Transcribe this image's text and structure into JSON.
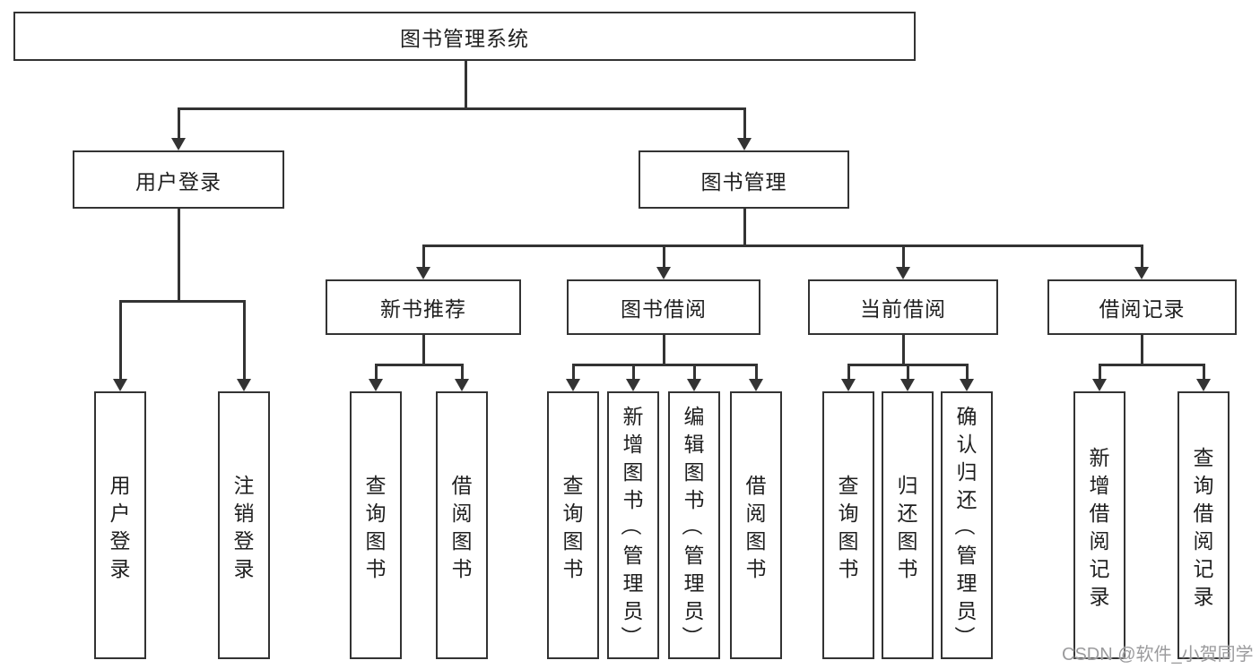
{
  "diagram": {
    "root": "图书管理系统",
    "branches": {
      "user_login": {
        "label": "用户登录",
        "children": [
          "用户登录",
          "注销登录"
        ]
      },
      "book_mgmt": {
        "label": "图书管理",
        "sections": {
          "new_books": {
            "label": "新书推荐",
            "children": [
              "查询图书",
              "借阅图书"
            ]
          },
          "book_borrow": {
            "label": "图书借阅",
            "children": [
              "查询图书",
              "新增图书（管理员）",
              "编辑图书（管理员）",
              "借阅图书"
            ]
          },
          "current_borrow": {
            "label": "当前借阅",
            "children": [
              "查询图书",
              "归还图书",
              "确认归还（管理员）"
            ]
          },
          "borrow_records": {
            "label": "借阅记录",
            "children": [
              "新增借阅记录",
              "查询借阅记录"
            ]
          }
        }
      }
    }
  },
  "watermark": "CSDN @软件_小贺同学",
  "colors": {
    "line": "#333333",
    "text": "#1f1f1f",
    "watermark": "#9b9b9d",
    "background": "#ffffff"
  }
}
